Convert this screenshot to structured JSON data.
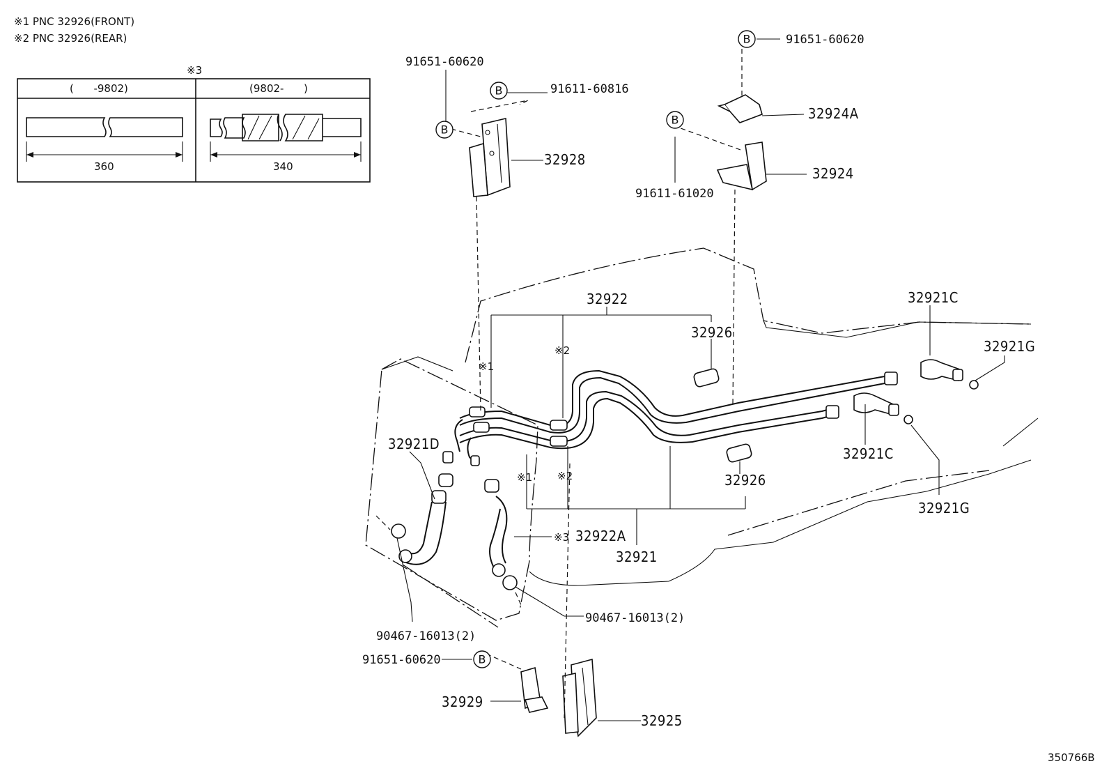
{
  "notes": [
    "※1 PNC 32926(FRONT)",
    "※2 PNC 32926(REAR)"
  ],
  "inset": {
    "mark": "※3",
    "columns": [
      {
        "header": "(      -9802)",
        "length": "360"
      },
      {
        "header": "(9802-      )",
        "length": "340"
      }
    ]
  },
  "bolt_symbol": "B",
  "parts": {
    "p32922": "32922",
    "p32926_top": "32926",
    "p32926_bot": "32926",
    "p32921C_top": "32921C",
    "p32921C_bot": "32921C",
    "p32921G_top": "32921G",
    "p32921G_bot": "32921G",
    "p32921D": "32921D",
    "p32922A": "32922A",
    "p32921": "32921",
    "p32928": "32928",
    "p32924A": "32924A",
    "p32924": "32924",
    "p32929": "32929",
    "p32925": "32925",
    "b91651_top_left": "91651-60620",
    "b91611_60816": "91611-60816",
    "b91651_top_right": "91651-60620",
    "b91611_61020": "91611-61020",
    "c90467_left": "90467-16013(2)",
    "c90467_right": "90467-16013(2)",
    "b91651_bottom": "91651-60620"
  },
  "marks": {
    "m1a": "※1",
    "m2a": "※2",
    "m1b": "※1",
    "m2b": "※2",
    "m3": "※3"
  },
  "figure_id": "350766B"
}
